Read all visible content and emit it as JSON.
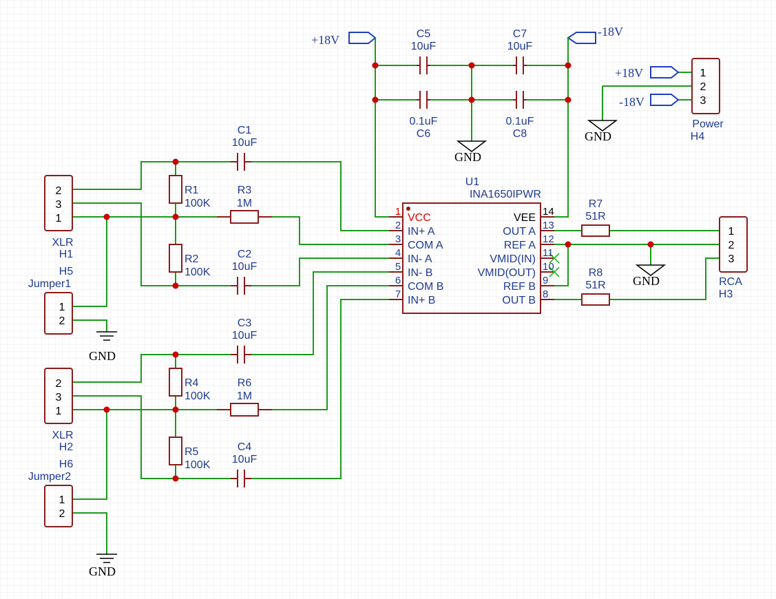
{
  "power_ports": [
    {
      "id": "p18_top",
      "label": "+18V"
    },
    {
      "id": "m18_top",
      "label": "-18V"
    },
    {
      "id": "p18_pw",
      "label": "+18V"
    },
    {
      "id": "m18_pw",
      "label": "-18V"
    }
  ],
  "gnd_label": "GND",
  "capacitors": {
    "C1": {
      "ref": "C1",
      "value": "10uF"
    },
    "C2": {
      "ref": "C2",
      "value": "10uF"
    },
    "C3": {
      "ref": "C3",
      "value": "10uF"
    },
    "C4": {
      "ref": "C4",
      "value": "10uF"
    },
    "C5": {
      "ref": "C5",
      "value": "10uF"
    },
    "C6": {
      "ref": "C6",
      "value": "0.1uF"
    },
    "C7": {
      "ref": "C7",
      "value": "10uF"
    },
    "C8": {
      "ref": "C8",
      "value": "0.1uF"
    }
  },
  "resistors": {
    "R1": {
      "ref": "R1",
      "value": "100K"
    },
    "R2": {
      "ref": "R2",
      "value": "100K"
    },
    "R3": {
      "ref": "R3",
      "value": "1M"
    },
    "R4": {
      "ref": "R4",
      "value": "100K"
    },
    "R5": {
      "ref": "R5",
      "value": "100K"
    },
    "R6": {
      "ref": "R6",
      "value": "1M"
    },
    "R7": {
      "ref": "R7",
      "value": "51R"
    },
    "R8": {
      "ref": "R8",
      "value": "51R"
    }
  },
  "headers": {
    "H1": {
      "name": "XLR",
      "ref": "H1",
      "pins": [
        "2",
        "3",
        "1"
      ]
    },
    "H2": {
      "name": "XLR",
      "ref": "H2",
      "pins": [
        "2",
        "3",
        "1"
      ]
    },
    "H3": {
      "name": "RCA",
      "ref": "H3",
      "pins": [
        "1",
        "2",
        "3"
      ]
    },
    "H4": {
      "name": "Power",
      "ref": "H4",
      "pins": [
        "1",
        "2",
        "3"
      ]
    },
    "H5": {
      "name": "Jumper1",
      "ref": "H5",
      "pins": [
        "1",
        "2"
      ]
    },
    "H6": {
      "name": "Jumper2",
      "ref": "H6",
      "pins": [
        "1",
        "2"
      ]
    }
  },
  "ic": {
    "ref": "U1",
    "part": "INA1650IPWR",
    "left_pins": [
      {
        "num": "1",
        "name": "VCC"
      },
      {
        "num": "2",
        "name": "IN+ A"
      },
      {
        "num": "3",
        "name": "COM A"
      },
      {
        "num": "4",
        "name": "IN- A"
      },
      {
        "num": "5",
        "name": "IN- B"
      },
      {
        "num": "6",
        "name": "COM B"
      },
      {
        "num": "7",
        "name": "IN+ B"
      }
    ],
    "right_pins": [
      {
        "num": "14",
        "name": "VEE"
      },
      {
        "num": "13",
        "name": "OUT A"
      },
      {
        "num": "12",
        "name": "REF A"
      },
      {
        "num": "11",
        "name": "VMID(IN)"
      },
      {
        "num": "10",
        "name": "VMID(OUT)"
      },
      {
        "num": "9",
        "name": "REF B"
      },
      {
        "num": "8",
        "name": "OUT B"
      }
    ]
  },
  "colors": {
    "wire": "#1a9a1a",
    "component": "#8b1a1a",
    "text": "#1f3a93",
    "junction": "#cc0000",
    "pin1": "#e00000"
  }
}
